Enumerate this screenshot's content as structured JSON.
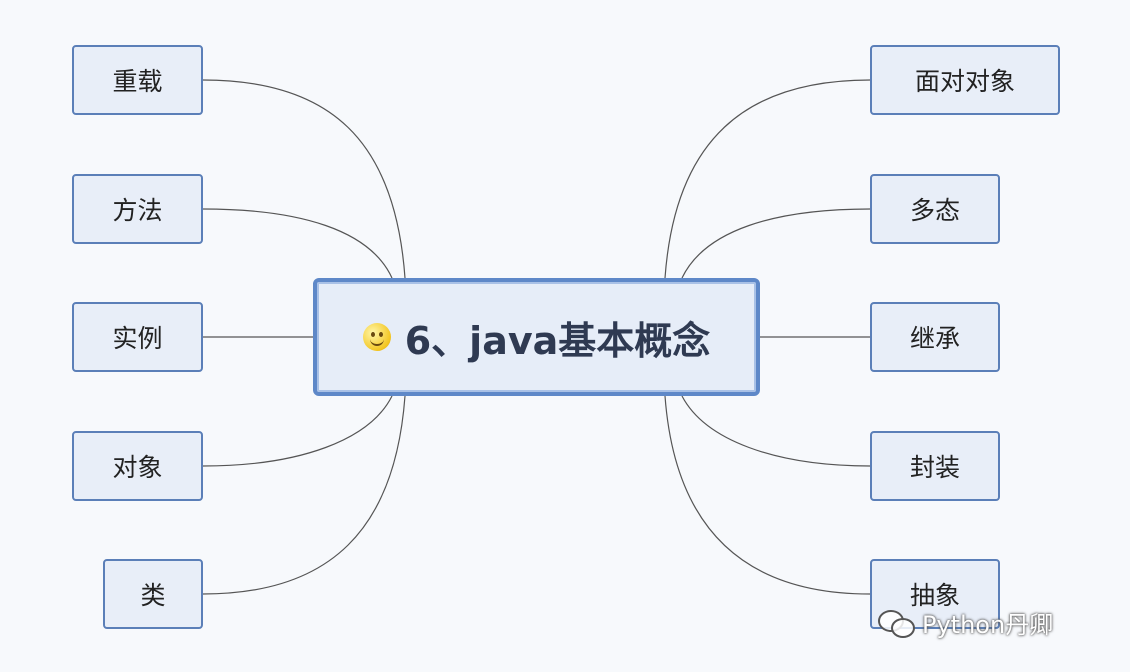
{
  "central": {
    "label": "6、java基本概念",
    "icon": "smiley-icon"
  },
  "left_nodes": [
    {
      "label": "重载"
    },
    {
      "label": "方法"
    },
    {
      "label": "实例"
    },
    {
      "label": "对象"
    },
    {
      "label": "类"
    }
  ],
  "right_nodes": [
    {
      "label": "面对对象"
    },
    {
      "label": "多态"
    },
    {
      "label": "继承"
    },
    {
      "label": "封装"
    },
    {
      "label": "抽象"
    }
  ],
  "watermark": {
    "text": "Python丹卿",
    "icon": "wechat-icon"
  },
  "colors": {
    "node_border": "#5b7fb8",
    "node_fill": "#e8eef8",
    "link": "#555555",
    "background": "#f7f9fc"
  }
}
